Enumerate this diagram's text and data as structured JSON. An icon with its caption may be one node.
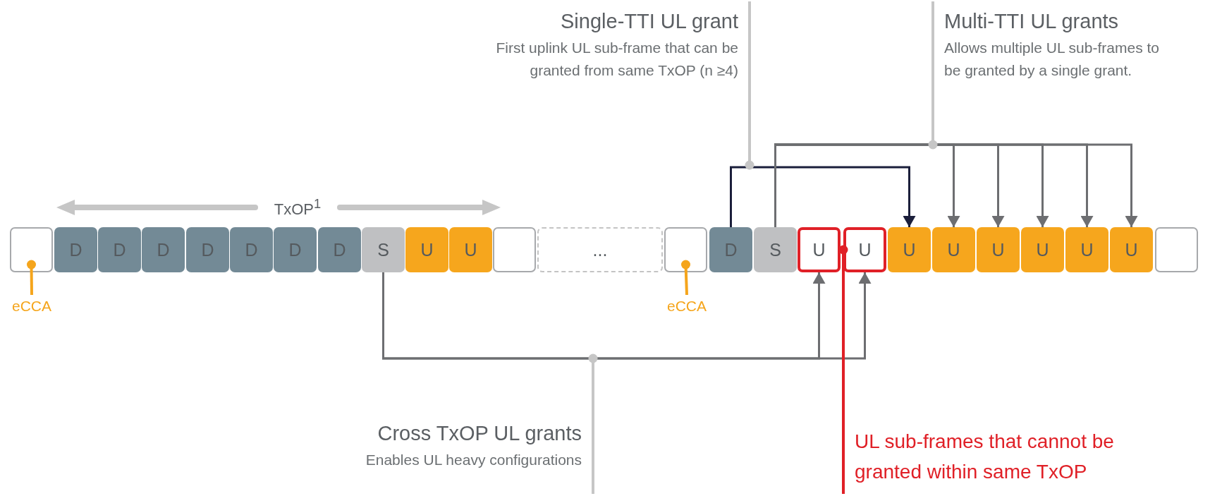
{
  "diagram": {
    "nodes": [
      {
        "text": [],
        "shape": "box"
      },
      {
        "text": [
          "D"
        ]
      },
      {
        "text": [
          "D"
        ]
      },
      {
        "text": [
          "D"
        ]
      },
      {
        "text": [
          "D"
        ]
      },
      {
        "text": [
          "D"
        ]
      },
      {
        "text": [
          "D"
        ]
      },
      {
        "text": [
          "D"
        ]
      },
      {
        "text": [
          "S"
        ]
      },
      {
        "text": [
          "U"
        ]
      },
      {
        "text": [
          "U"
        ]
      },
      {
        "text": [],
        "shape": "box"
      },
      {
        "text": [
          "..."
        ]
      },
      {
        "text": [],
        "shape": "box"
      },
      {
        "text": [
          "D"
        ]
      },
      {
        "text": [
          "S"
        ]
      },
      {
        "text": [
          "U"
        ]
      },
      {
        "text": [
          "U"
        ]
      },
      {
        "text": [
          "U"
        ]
      },
      {
        "text": [
          "U"
        ]
      },
      {
        "text": [
          "U"
        ]
      },
      {
        "text": [
          "U"
        ]
      },
      {
        "text": [
          "U"
        ]
      },
      {
        "text": [
          "U"
        ]
      },
      {
        "text": [],
        "shape": "box"
      },
      {
        "text": [
          "Single-TTI UL grant",
          "First uplink UL sub-frame that can be granted from same TxOP (n ≥4)"
        ]
      },
      {
        "text": [
          "Multi-TTI UL grants",
          "Allows multiple UL sub-frames to be granted by a single grant."
        ]
      },
      {
        "text": [
          "Cross TxOP UL grants",
          "Enables UL heavy configurations"
        ]
      },
      {
        "text": [
          "UL sub-frames that cannot be granted within same TxOP"
        ]
      },
      {
        "text": [
          "eCCA"
        ]
      },
      {
        "text": [
          "eCCA"
        ]
      }
    ],
    "edges": [
      {
        "from": 14,
        "to": 18,
        "arrow": "to",
        "color": "#1b1f3b"
      },
      {
        "from": 15,
        "to": 19,
        "arrow": "to"
      },
      {
        "from": 15,
        "to": 20,
        "arrow": "to"
      },
      {
        "from": 15,
        "to": 21,
        "arrow": "to"
      },
      {
        "from": 15,
        "to": 22,
        "arrow": "to"
      },
      {
        "from": 15,
        "to": 23,
        "arrow": "to"
      },
      {
        "from": 8,
        "to": 16,
        "arrow": "to"
      },
      {
        "from": 8,
        "to": 17,
        "arrow": "to"
      },
      {
        "from": 25,
        "to": null,
        "arrow": "other",
        "color": "#c6c6c6"
      },
      {
        "from": 26,
        "to": null,
        "arrow": "other",
        "color": "#c6c6c6"
      },
      {
        "from": 27,
        "to": null,
        "arrow": "other",
        "color": "#c6c6c6"
      },
      {
        "from": 28,
        "to": 17,
        "arrow": "other",
        "color": "#e02027"
      },
      {
        "from": 29,
        "to": 0,
        "arrow": "other",
        "color": "#f5a51c"
      },
      {
        "from": 30,
        "to": 13,
        "arrow": "other",
        "color": "#f5a51c"
      }
    ],
    "labels": [
      "TxOP$^{1}$"
    ]
  }
}
